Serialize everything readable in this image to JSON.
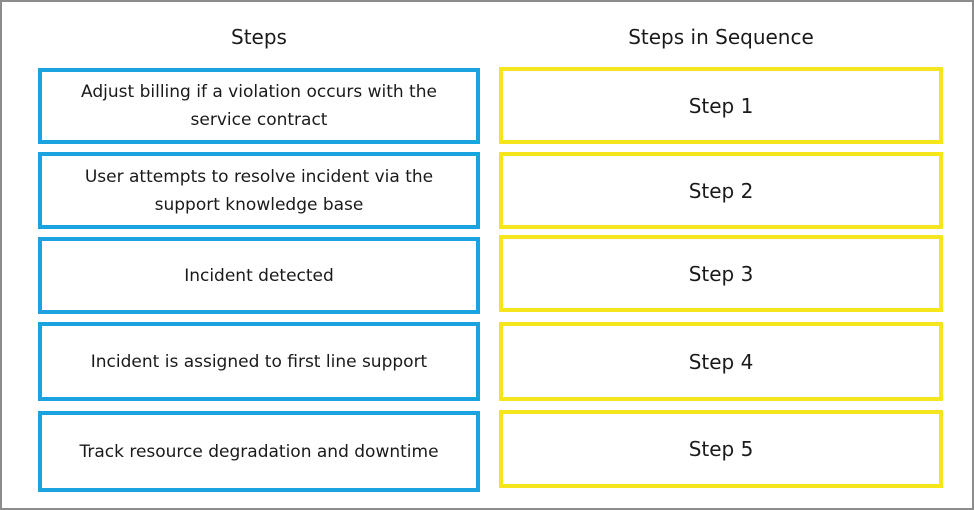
{
  "headers": {
    "steps": "Steps",
    "sequence": "Steps in Sequence"
  },
  "steps": [
    "Adjust billing if a violation occurs with the service contract",
    "User attempts to resolve incident via the support knowledge base",
    "Incident detected",
    "Incident is assigned to first line support",
    "Track resource degradation and downtime"
  ],
  "sequence": [
    "Step 1",
    "Step 2",
    "Step 3",
    "Step 4",
    "Step 5"
  ],
  "colors": {
    "steps_border": "#1aa3df",
    "sequence_border": "#f4e51d",
    "frame_border": "#8c8c8c"
  }
}
